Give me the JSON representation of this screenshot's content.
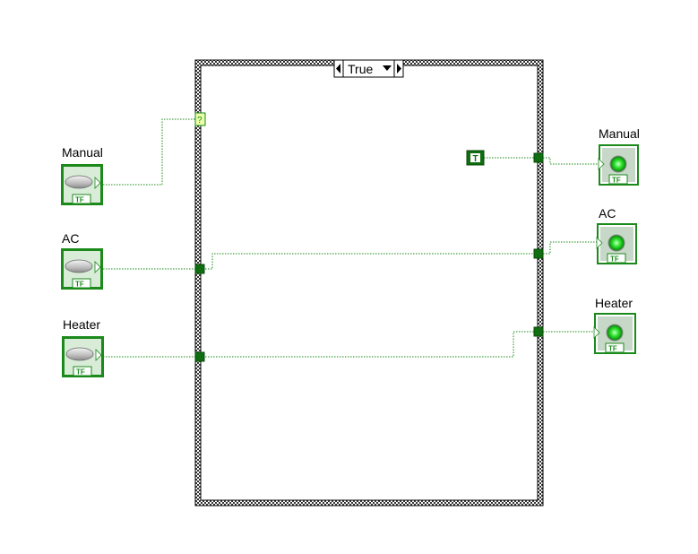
{
  "case_structure": {
    "selector_value": "True",
    "selector_prev_icon": "triangle-left-icon",
    "selector_next_icon": "triangle-right-icon",
    "selector_menu_icon": "triangle-down-icon",
    "selector_terminal_glyph": "?"
  },
  "controls": [
    {
      "label": "Manual",
      "type": "boolean-control",
      "badge": "TF"
    },
    {
      "label": "AC",
      "type": "boolean-control",
      "badge": "TF"
    },
    {
      "label": "Heater",
      "type": "boolean-control",
      "badge": "TF"
    }
  ],
  "indicators": [
    {
      "label": "Manual",
      "type": "boolean-indicator",
      "badge": "TF"
    },
    {
      "label": "AC",
      "type": "boolean-indicator",
      "badge": "TF"
    },
    {
      "label": "Heater",
      "type": "boolean-indicator",
      "badge": "TF"
    }
  ],
  "constants": [
    {
      "value": "T",
      "type": "true-constant"
    }
  ],
  "colors": {
    "boolean_wire": "#1b8a1b",
    "terminal_green": "#0f6e0f",
    "led_on": "#2ee62e",
    "frame": "#000000"
  }
}
